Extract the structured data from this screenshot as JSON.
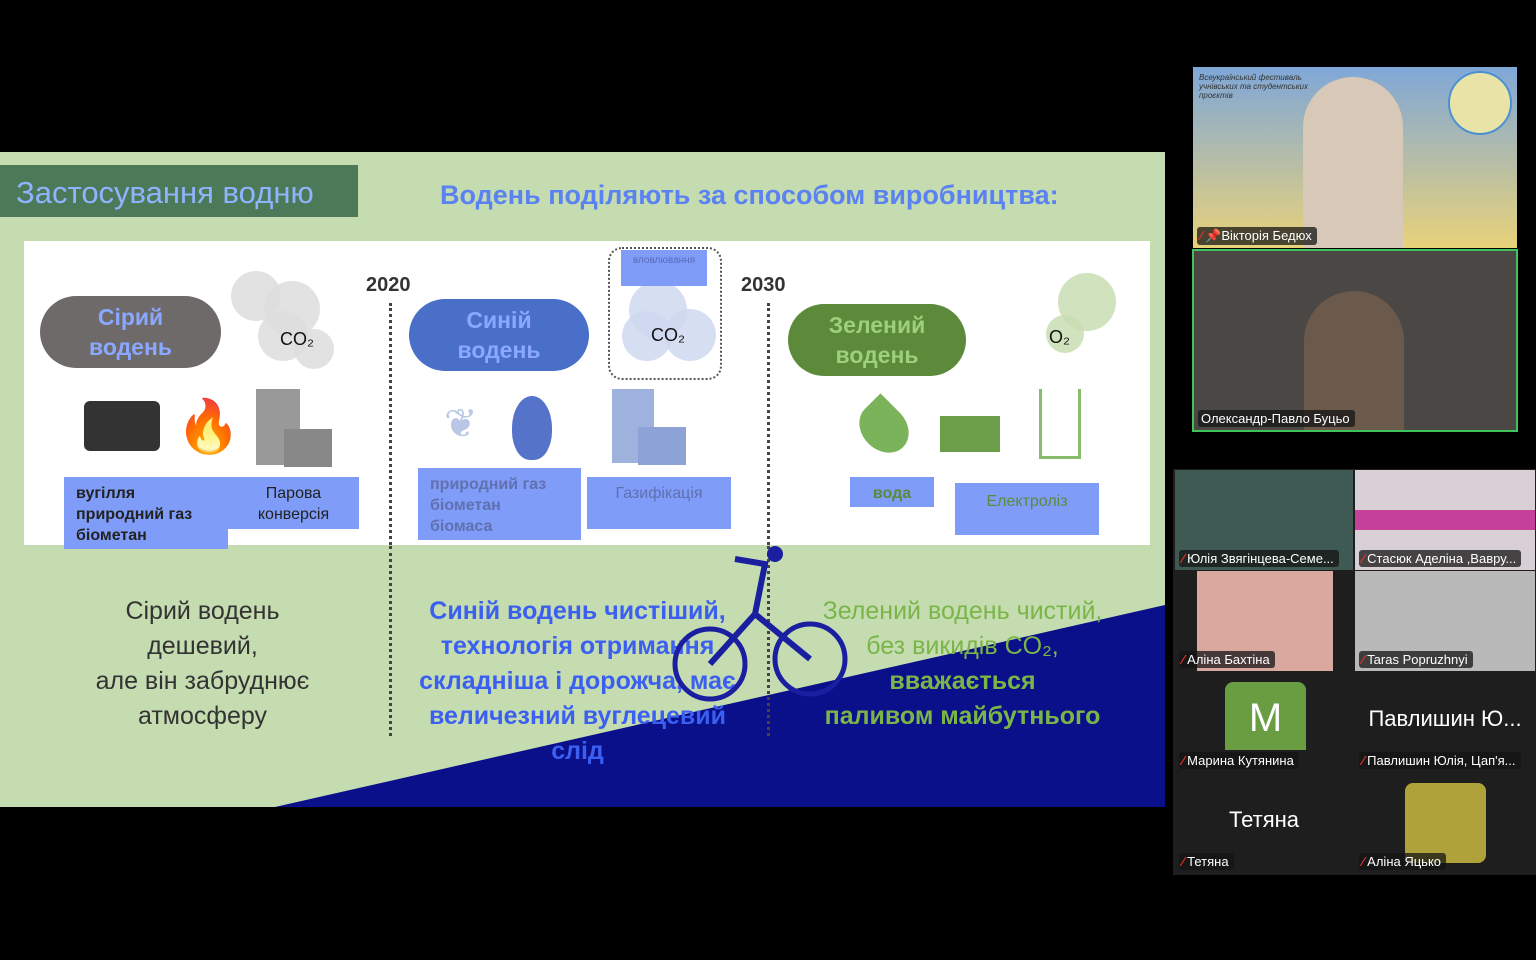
{
  "slide": {
    "title": "Застосування водню",
    "heading": "Водень поділяють за способом виробництва:",
    "years": [
      "2020",
      "2030"
    ],
    "grey": {
      "label": "Сірий водень",
      "line1": "Сірий",
      "line2": "водень",
      "sources": "вугілля природний газ біометан",
      "src1": "вугілля",
      "src2": "природний газ",
      "src3": "біометан",
      "process1": "Парова",
      "process2": "конверсія",
      "co2": "CO₂",
      "desc": [
        "Сірий водень",
        "дешевий,",
        "але він забруднює",
        "атмосферу"
      ]
    },
    "blue": {
      "line1": "Синій",
      "line2": "водень",
      "src1": "природний газ",
      "src2": "біометан",
      "src3": "біомаса",
      "process": "Газифікація",
      "capture": "вловлювання",
      "co2": "CO₂",
      "desc": [
        "Синій водень чистіший,",
        "технологія отримання",
        "складніша і дорожча, має",
        "величезний вуглецевий",
        "слід"
      ]
    },
    "green": {
      "line1": "Зелений",
      "line2": "водень",
      "src": "вода",
      "process": "Електроліз",
      "o2": "O₂",
      "desc": [
        "Зелений водень чистий,",
        "без викидів CO₂,",
        "вважається",
        "паливом майбутнього"
      ]
    },
    "colors": {
      "bg": "#c4dcb0",
      "title_bg": "#4c7a58",
      "accent": "#5b82f2",
      "navy": "#0a0f8a"
    }
  },
  "participants": {
    "speaker": "Вікторія Бедюх",
    "speaker_banner": "Всеукраїнський фестиваль учнівських та студентських проєктів",
    "active": "Олександр-Павло Буцьо",
    "grid": [
      {
        "name": "Юлія Звягінцева-Семе..."
      },
      {
        "name": "Стасюк Аделіна ,Вавру..."
      },
      {
        "name": "Аліна Бахтіна"
      },
      {
        "name": "Taras Popruzhnyi"
      },
      {
        "name": "Марина Кутянина",
        "avatar": "M"
      },
      {
        "name": "Павлишин Юлія, Цап'я...",
        "big": "Павлишин Ю..."
      },
      {
        "name": "Тетяна",
        "big": "Тетяна"
      },
      {
        "name": "Аліна Яцько"
      }
    ]
  }
}
